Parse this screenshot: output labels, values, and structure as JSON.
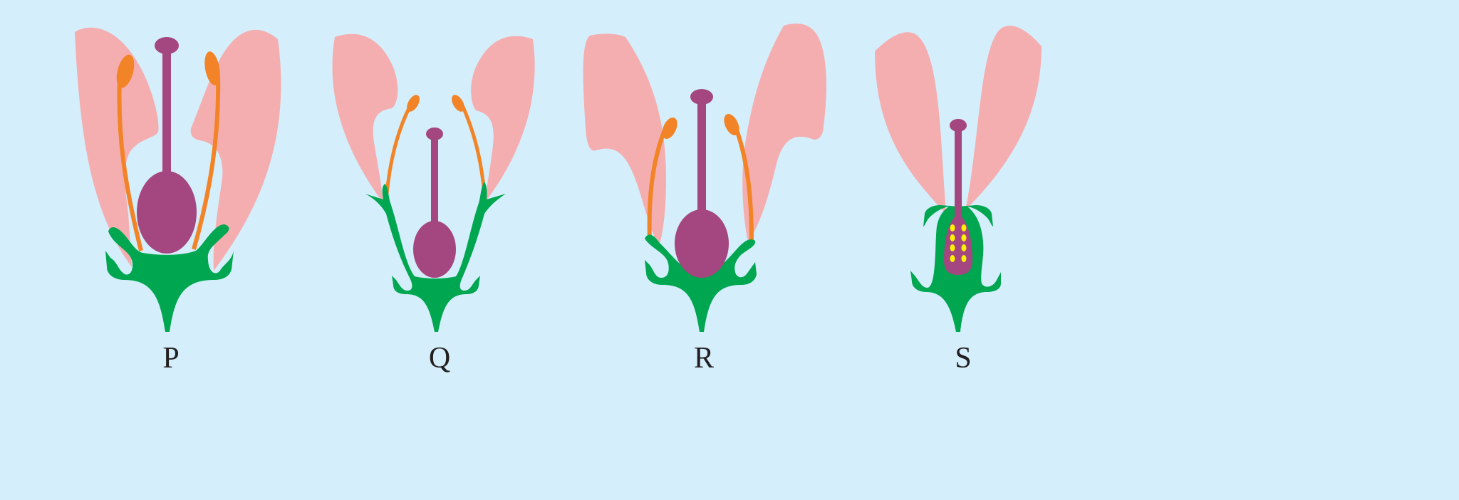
{
  "colors": {
    "background": "#d4eefb",
    "petal": "#f5aeb0",
    "stamen": "#f28326",
    "pistil": "#a4467f",
    "receptacle": "#00a650",
    "ovule": "#fff200"
  },
  "flowers": [
    {
      "label": "P"
    },
    {
      "label": "Q"
    },
    {
      "label": "R"
    },
    {
      "label": "S"
    }
  ]
}
